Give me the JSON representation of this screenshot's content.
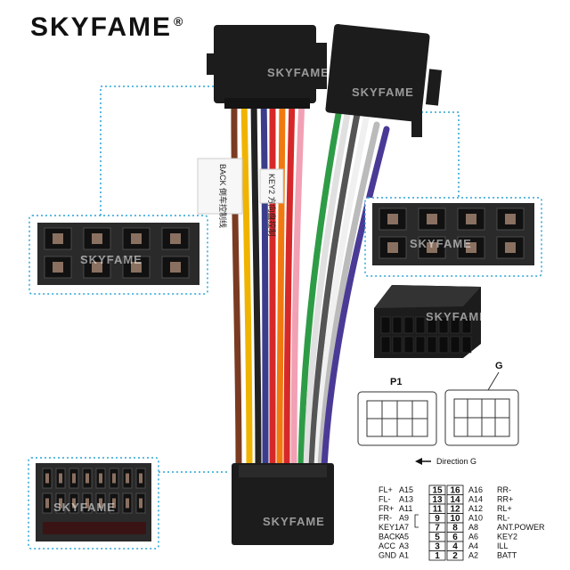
{
  "brand": {
    "name": "SKYFAME",
    "mark": "®"
  },
  "watermark": "SKYFAME",
  "tags": {
    "left": "BACK 倒车控制线",
    "right": "KEY2 方向盘控制"
  },
  "connector_labels": {
    "p1": "P1",
    "g": "G",
    "direction": "Direction G"
  },
  "pinout": [
    {
      "left_name": "FL+",
      "left_pin": "A15",
      "box_l": "15",
      "box_r": "16",
      "right_pin": "A16",
      "right_name": "RR-"
    },
    {
      "left_name": "FL-",
      "left_pin": "A13",
      "box_l": "13",
      "box_r": "14",
      "right_pin": "A14",
      "right_name": "RR+"
    },
    {
      "left_name": "FR+",
      "left_pin": "A11",
      "box_l": "11",
      "box_r": "12",
      "right_pin": "A12",
      "right_name": "RL+"
    },
    {
      "left_name": "FR-",
      "left_pin": "A9",
      "box_l": "9",
      "box_r": "10",
      "right_pin": "A10",
      "right_name": "RL-"
    },
    {
      "left_name": "KEY1",
      "left_pin": "A7",
      "box_l": "7",
      "box_r": "8",
      "right_pin": "A8",
      "right_name": "ANT.POWER"
    },
    {
      "left_name": "BACK",
      "left_pin": "A5",
      "box_l": "5",
      "box_r": "6",
      "right_pin": "A6",
      "right_name": "KEY2"
    },
    {
      "left_name": "ACC",
      "left_pin": "A3",
      "box_l": "3",
      "box_r": "4",
      "right_pin": "A4",
      "right_name": "ILL"
    },
    {
      "left_name": "GND",
      "left_pin": "A1",
      "box_l": "1",
      "box_r": "2",
      "right_pin": "A2",
      "right_name": "BATT"
    }
  ],
  "colors": {
    "connector": "#1c1c1c",
    "dotted": "#29a3d6",
    "inset_bg": "#2a2a2a"
  }
}
